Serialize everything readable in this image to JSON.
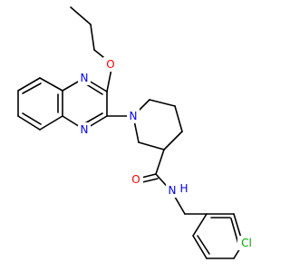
{
  "molecule": {
    "atom_labels": {
      "o_ether": "O",
      "n_quin_top": "N",
      "n_quin_bottom": "N",
      "n_piperidine": "N",
      "o_carbonyl": "O",
      "n_amide": "N",
      "h_amide": "H",
      "cl": "Cl"
    },
    "colors": {
      "bond": "#000000",
      "nitrogen": "#0000ff",
      "oxygen": "#ff0000",
      "chlorine": "#00aa00"
    }
  }
}
